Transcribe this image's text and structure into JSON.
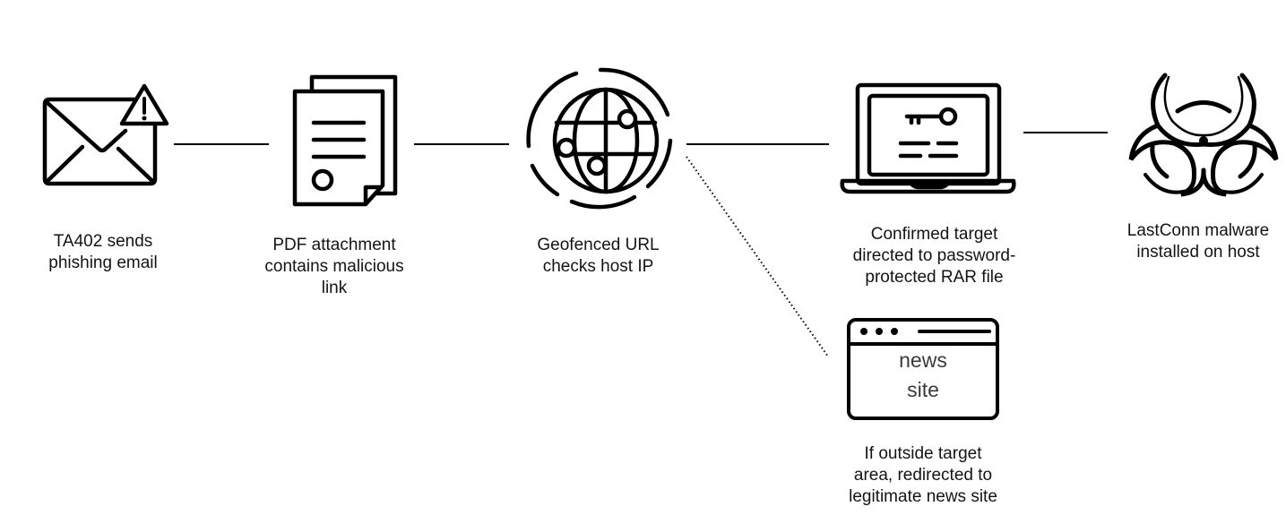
{
  "diagram": {
    "type": "attack-chain-flow",
    "colors": {
      "stroke": "#000000",
      "text": "#141414",
      "background": "#ffffff"
    },
    "steps": [
      {
        "id": "email",
        "icon": "envelope-warning-icon",
        "label": "TA402 sends\nphishing email"
      },
      {
        "id": "pdf",
        "icon": "document-icon",
        "label": "PDF attachment\ncontains malicious\nlink"
      },
      {
        "id": "geofence",
        "icon": "globe-network-icon",
        "label": "Geofenced URL\nchecks host IP"
      },
      {
        "id": "target",
        "icon": "laptop-key-icon",
        "label": "Confirmed target\ndirected to password-\nprotected RAR file"
      },
      {
        "id": "malware",
        "icon": "biohazard-icon",
        "label": "LastConn malware\ninstalled on host"
      }
    ],
    "branch": {
      "id": "news",
      "icon": "browser-window-icon",
      "icon_text": "news\nsite",
      "label": "If outside target\narea, redirected to\nlegitimate news site"
    },
    "connections": [
      {
        "from": "email",
        "to": "pdf",
        "style": "solid"
      },
      {
        "from": "pdf",
        "to": "geofence",
        "style": "solid"
      },
      {
        "from": "geofence",
        "to": "target",
        "style": "solid"
      },
      {
        "from": "target",
        "to": "malware",
        "style": "solid"
      },
      {
        "from": "geofence",
        "to": "news",
        "style": "dotted"
      }
    ]
  }
}
